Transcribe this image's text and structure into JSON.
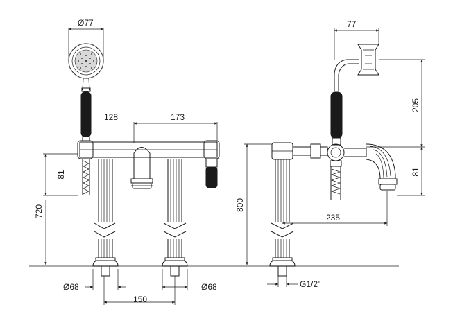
{
  "dimensions": {
    "shower_head_diameter": "Ø77",
    "hose_holder_offset": "128",
    "spout_length": "173",
    "handle_height": "81",
    "deck_height": "720",
    "overall_height": "800",
    "left_base_diameter": "Ø68",
    "right_base_diameter": "Ø68",
    "center_distance": "150",
    "side_head_width": "77",
    "side_head_height": "205",
    "side_spout_height": "81",
    "side_projection": "235",
    "thread_size": "G1/2\""
  },
  "colors": {
    "line": "#1a1a1a",
    "floor": "#7a7a7a"
  }
}
